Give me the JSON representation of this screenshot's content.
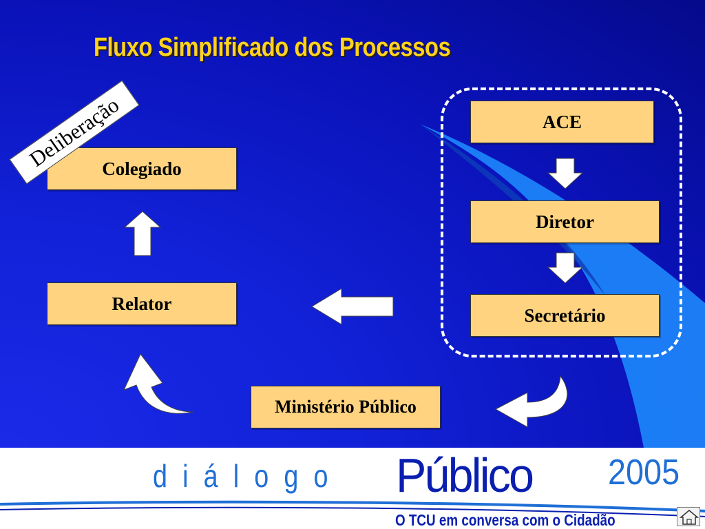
{
  "title": "Fluxo Simplificado dos Processos",
  "nodes": {
    "colegiado": "Colegiado",
    "relator": "Relator",
    "ace": "ACE",
    "diretor": "Diretor",
    "secretario": "Secretário",
    "ministerio_publico": "Ministério Público"
  },
  "stamp": "Deliberação",
  "footer": {
    "dialogo": "diálogo",
    "publico": "Público",
    "year": "2005",
    "tagline": "O TCU em conversa com o Cidadão"
  },
  "colors": {
    "background": "#0a12b8",
    "title": "#ffd21e",
    "box_fill": "#ffd37f",
    "footer_accent": "#1f6fd6",
    "footer_dark": "#0a1fb0"
  },
  "icons": {
    "home": "home-icon"
  }
}
